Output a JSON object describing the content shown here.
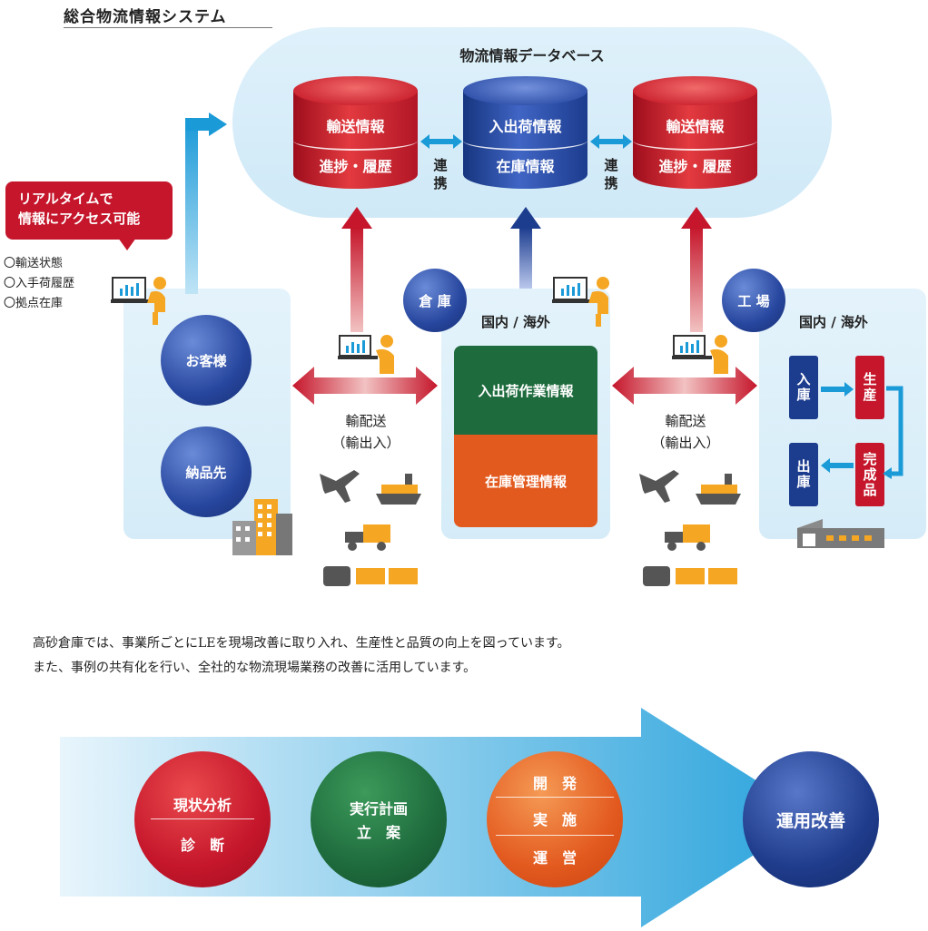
{
  "title": "総合物流情報システム",
  "database": {
    "title": "物流情報データベース",
    "cylinders": [
      {
        "line1": "輸送情報",
        "line2": "進捗・履歴",
        "color": "#c91f2c"
      },
      {
        "line1": "入出荷情報",
        "line2": "在庫情報",
        "color": "#2d4ea8"
      },
      {
        "line1": "輸送情報",
        "line2": "進捗・履歴",
        "color": "#c91f2c"
      }
    ],
    "link_label": "連携"
  },
  "customer": {
    "callout": "リアルタイムで情報にアクセス可能",
    "callout_line1": "リアルタイムで",
    "callout_line2": "情報にアクセス可能",
    "items": [
      "〇輸送状態",
      "〇入手荷履歴",
      "〇拠点在庫"
    ],
    "circle1": "お客様",
    "circle2": "納品先"
  },
  "warehouse": {
    "badge": "倉 庫",
    "region": "国内 / 海外",
    "box1": "入出荷作業情報",
    "box2": "在庫管理情報"
  },
  "factory": {
    "badge": "工 場",
    "region": "国内 / 海外",
    "boxes": [
      "入庫",
      "生産",
      "完成品",
      "出庫"
    ]
  },
  "transport": {
    "line1": "輸配送",
    "line2": "（輸出入）"
  },
  "paragraph": {
    "line1": "高砂倉庫では、事業所ごとにLEを現場改善に取り入れ、生産性と品質の向上を図っています。",
    "line2": "また、事例の共有化を行い、全社的な物流現場業務の改善に活用しています。"
  },
  "process": {
    "step1": {
      "top": "現状分析",
      "bottom": "診　断"
    },
    "step2": {
      "top": "実行計画",
      "bottom": "立　案"
    },
    "step3": {
      "items": [
        "開　発",
        "実　施",
        "運　営"
      ]
    },
    "step4": "運用改善"
  },
  "colors": {
    "red": "#c5162b",
    "navy": "#1c3c8e",
    "green": "#1e6b3d",
    "orange": "#e35a1f",
    "sky": "#1b9ad8",
    "panel": "#d5ecf8"
  }
}
